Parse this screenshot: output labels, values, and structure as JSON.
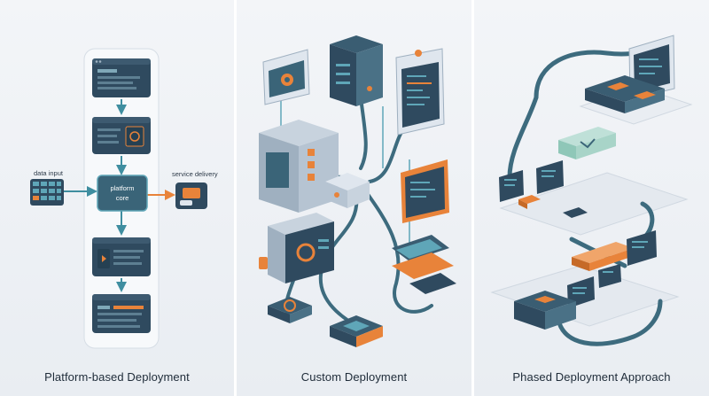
{
  "panels": [
    {
      "caption": "Platform-based Deployment",
      "labels": {
        "input": "data input",
        "core_line1": "platform",
        "core_line2": "core",
        "output": "service delivery"
      }
    },
    {
      "caption": "Custom Deployment"
    },
    {
      "caption": "Phased Deployment Approach"
    }
  ],
  "colors": {
    "navy": "#2f4a5f",
    "teal": "#3f8ea0",
    "orange": "#e8833a",
    "light": "#dfe6ee"
  }
}
